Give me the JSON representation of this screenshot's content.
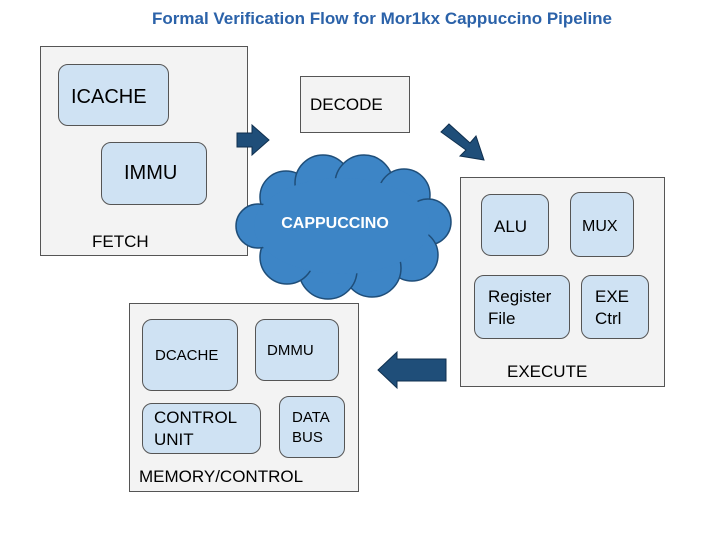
{
  "title": "Formal Verification Flow for Mor1kx Cappuccino Pipeline",
  "colors": {
    "title": "#2b62a9",
    "stage_fill": "#f3f3f3",
    "unit_fill": "#cfe2f3",
    "border": "#555555",
    "arrow_fill": "#1f4e79",
    "cloud_fill": "#3d85c6",
    "cloud_text": "#ffffff"
  },
  "fetch": {
    "label": "FETCH",
    "icache": "ICACHE",
    "immu": "IMMU"
  },
  "decode": {
    "label": "DECODE"
  },
  "cloud": {
    "label": "CAPPUCCINO"
  },
  "execute": {
    "label": "EXECUTE",
    "alu": "ALU",
    "mux": "MUX",
    "register_file": [
      "Register",
      "File"
    ],
    "exe_ctrl": [
      "EXE",
      "Ctrl"
    ]
  },
  "memory": {
    "label": "MEMORY/CONTROL",
    "dcache": "DCACHE",
    "dmmu": "DMMU",
    "control_unit": [
      "CONTROL",
      "UNIT"
    ],
    "data_bus": [
      "DATA",
      "BUS"
    ]
  },
  "arrows": [
    "fetch-to-decode-arrow",
    "decode-to-execute-arrow",
    "execute-to-memory-arrow"
  ]
}
